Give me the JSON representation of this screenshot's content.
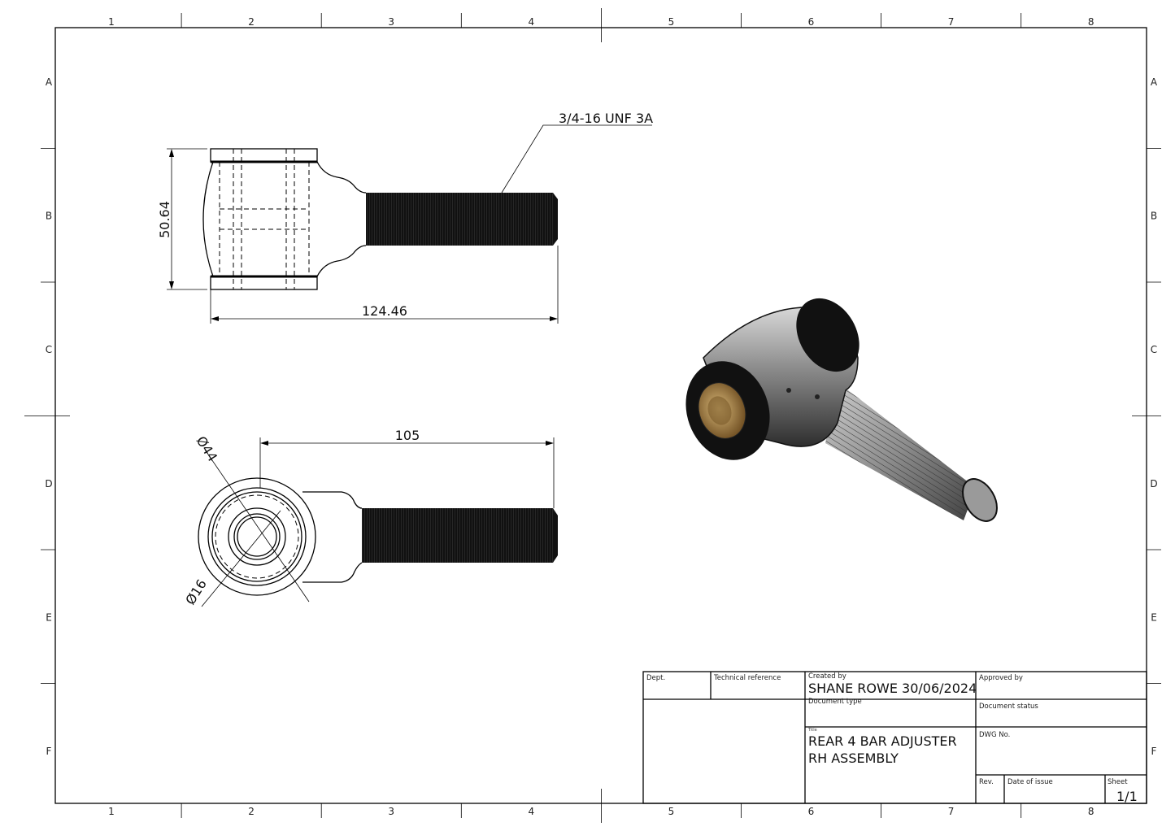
{
  "sheet": {
    "column_labels": [
      "1",
      "2",
      "3",
      "4",
      "5",
      "6",
      "7",
      "8"
    ],
    "row_labels": [
      "A",
      "B",
      "C",
      "D",
      "E",
      "F"
    ]
  },
  "views": {
    "side_view": {
      "thread_callout": "3/4-16 UNF 3A",
      "height_dim": "50.64",
      "length_dim": "124.46"
    },
    "top_view": {
      "length_dim": "105",
      "outer_diameter": "Ø44",
      "bore_diameter": "Ø16"
    }
  },
  "title_block": {
    "dept_label": "Dept.",
    "technical_reference_label": "Technical reference",
    "created_by_label": "Created by",
    "created_by_value": "SHANE ROWE 30/06/2024",
    "approved_by_label": "Approved by",
    "document_type_label": "Document type",
    "document_status_label": "Document status",
    "title_label": "Title",
    "title_line1": "REAR 4 BAR ADJUSTER",
    "title_line2": "RH ASSEMBLY",
    "dwg_no_label": "DWG No.",
    "rev_label": "Rev.",
    "date_of_issue_label": "Date of issue",
    "sheet_label": "Sheet",
    "sheet_value": "1/1"
  }
}
